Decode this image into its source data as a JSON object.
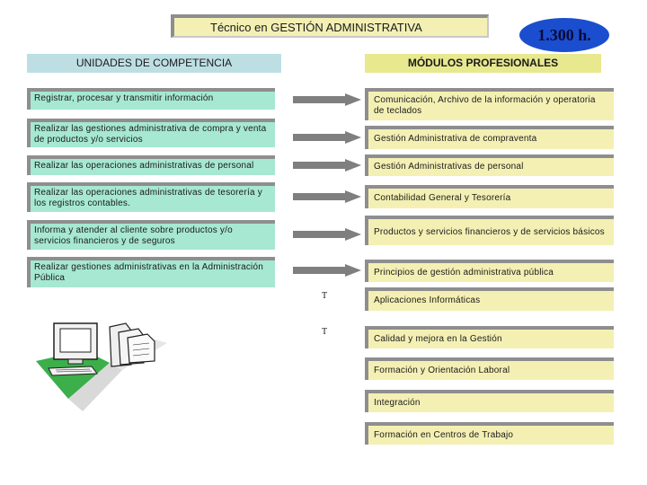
{
  "title": "Técnico en GESTIÓN ADMINISTRATIVA",
  "hours": "1.300 h.",
  "headers": {
    "left": "UNIDADES DE COMPETENCIA",
    "right": "MÓDULOS PROFESIONALES"
  },
  "units": [
    "Registrar, procesar y transmitir información",
    "Realizar las gestiones administrativa de compra y venta de productos y/o servicios",
    "Realizar las operaciones administrativas de personal",
    "Realizar las operaciones administrativas de tesorería y los registros contables.",
    "Informa y atender al cliente sobre productos y/o servicios financieros y de seguros",
    "Realizar gestiones administrativas en la Administración Pública"
  ],
  "modules": [
    "Comunicación, Archivo de la información y operatoria de teclados",
    "Gestión Administrativa de compraventa",
    "Gestión Administrativas de personal",
    "Contabilidad General y Tesorería",
    "Productos y servicios financieros y de servicios básicos",
    "Principios de gestión administrativa pública",
    "Aplicaciones Informáticas",
    "Calidad y mejora en la Gestión",
    "Formación y Orientación Laboral",
    "Integración",
    "Formación en Centros de Trabajo"
  ],
  "t_marks": [
    "T",
    "T"
  ],
  "colors": {
    "unit_fill": "#a6e8d2",
    "module_fill": "#f4f0b4",
    "arrow": "#7f7f7f",
    "hours_badge": "#1a4ecf",
    "left_header": "#bddfe4",
    "right_header": "#e8e88e"
  },
  "icons": [
    "computer-illustration-icon"
  ]
}
